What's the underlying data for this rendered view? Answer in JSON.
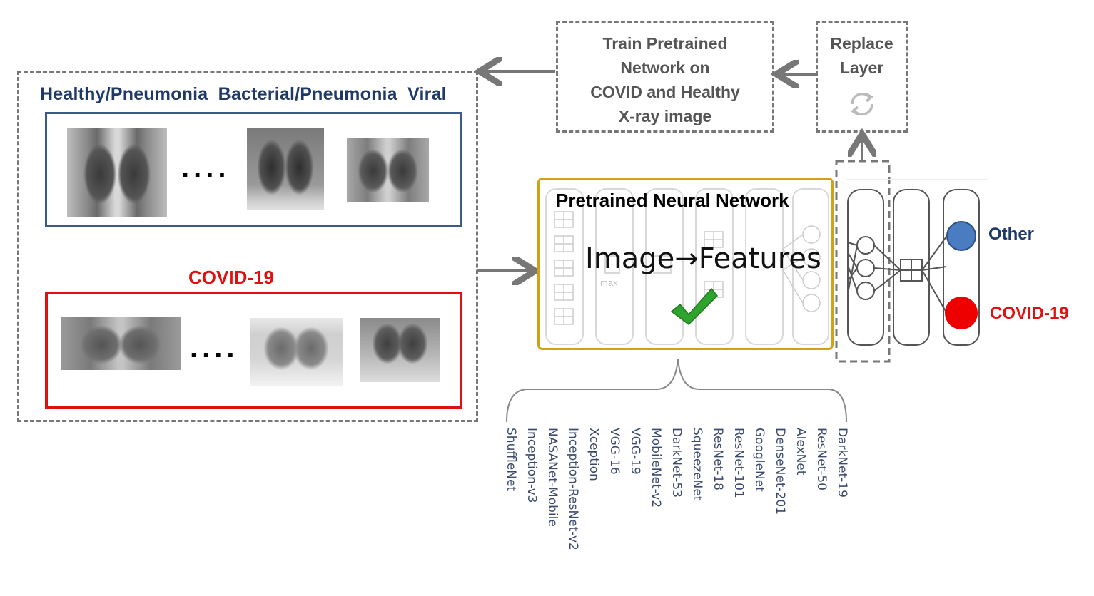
{
  "train_box": {
    "lines": [
      "Train Pretrained",
      "Network on",
      "COVID and Healthy",
      "X-ray image"
    ]
  },
  "replace_box": {
    "lines": [
      "Replace",
      "Layer"
    ],
    "icon": "refresh-icon"
  },
  "dataset": {
    "healthy_title": "Healthy/Pneumonia  Bacterial/Pneumonia  Viral",
    "covid_title": "COVID-19",
    "ellipsis": "....",
    "healthy_color": "#3b5a8a",
    "covid_color": "#e01010"
  },
  "network": {
    "title": "Pretrained Neural Network",
    "caption_left": "Image",
    "caption_right": "Features",
    "pool_label": "max",
    "border_color": "#d4a017",
    "check_icon": "checkmark-icon"
  },
  "outputs": [
    {
      "label": "Other",
      "color": "#4a7cc2",
      "text_color": "#1f3a66"
    },
    {
      "label": "COVID-19",
      "color": "#ee0000",
      "text_color": "#e01010"
    }
  ],
  "networks": [
    "ShuffleNet",
    "Inception-v3",
    "NASANet-Mobile",
    "Inception-ResNet-v2",
    "Xception",
    "VGG-16",
    "VGG-19",
    "MobileNet-v2",
    "DarkNet-53",
    "SqueezeNet",
    "ResNet-18",
    "ResNet-101",
    "GoogleNet",
    "DenseNet-201",
    "AlexNet",
    "ResNet-50",
    "DarkNet-19"
  ]
}
